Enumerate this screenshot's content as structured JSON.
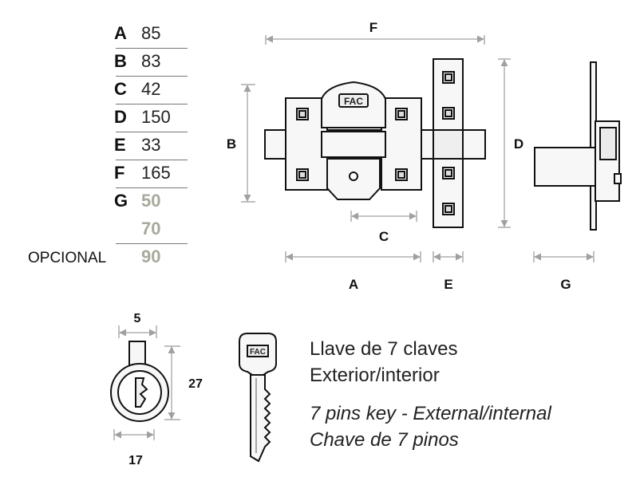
{
  "specs": [
    {
      "letter": "A",
      "value": "85"
    },
    {
      "letter": "B",
      "value": "83"
    },
    {
      "letter": "C",
      "value": "42"
    },
    {
      "letter": "D",
      "value": "150"
    },
    {
      "letter": "E",
      "value": "33"
    },
    {
      "letter": "F",
      "value": "165"
    },
    {
      "letter": "G",
      "value": "50"
    },
    {
      "letter": "",
      "value": "70"
    },
    {
      "letter": "",
      "value": "90"
    }
  ],
  "optional_label": "OPCIONAL",
  "dimension_labels": {
    "A": "A",
    "B": "B",
    "C": "C",
    "D": "D",
    "E": "E",
    "F": "F",
    "G": "G"
  },
  "cylinder": {
    "top_dim": "5",
    "side_dim": "27",
    "bottom_dim": "17"
  },
  "brand": "FAC",
  "caption": {
    "line1": "Llave de 7 claves",
    "line2": "Exterior/interior",
    "line3": "7 pins key - External/internal",
    "line4": "Chave de 7 pinos"
  },
  "colors": {
    "muted_value": "#a8a89c",
    "dim_line": "#b0b0b0",
    "fill": "#f7f7f7"
  }
}
